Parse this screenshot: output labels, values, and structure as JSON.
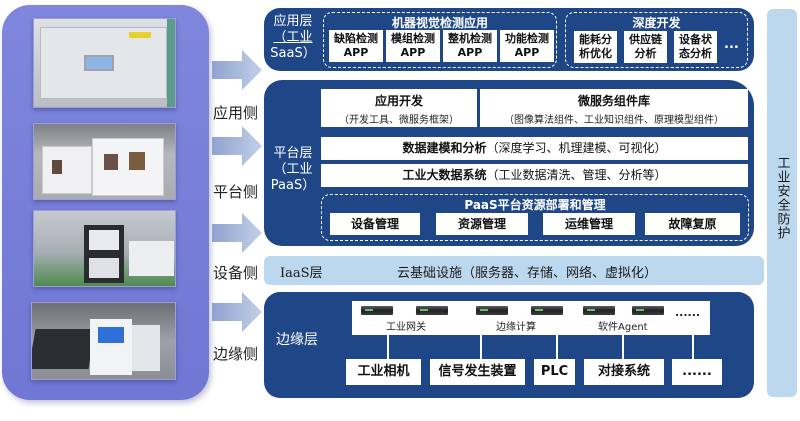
{
  "left_panel": {
    "photos": [
      {
        "alt": "visual inspection machine with touch screen"
      },
      {
        "alt": "white inspection cabinets in factory"
      },
      {
        "alt": "equipment control cabinet on production line"
      },
      {
        "alt": "edge inspection machines on conveyor line"
      }
    ]
  },
  "side_labels": [
    "应用侧",
    "平台侧",
    "设备侧",
    "边缘侧"
  ],
  "saas": {
    "name_line1": "应用层",
    "name_line2": "（工业",
    "name_line3": "SaaS）",
    "machine_vision": {
      "title": "机器视觉检测应用",
      "apps": [
        {
          "line1": "缺陷检测",
          "line2": "APP"
        },
        {
          "line1": "模组检测",
          "line2": "APP"
        },
        {
          "line1": "整机检测",
          "line2": "APP"
        },
        {
          "line1": "功能检测",
          "line2": "APP"
        }
      ]
    },
    "deep_dev": {
      "title": "深度开发",
      "items": [
        {
          "line1": "能耗分",
          "line2": "析优化"
        },
        {
          "line1": "供应链",
          "line2": "分析"
        },
        {
          "line1": "设备状",
          "line2": "态分析"
        }
      ],
      "more": "..."
    }
  },
  "paas": {
    "name_line1": "平台层",
    "name_line2": "（工业",
    "name_line3": "PaaS）",
    "app_dev": {
      "title": "应用开发",
      "sub": "（开发工具、微服务框架）"
    },
    "micro_lib": {
      "title": "微服务组件库",
      "sub": "（图像算法组件、工业知识组件、原理模型组件）"
    },
    "modeling": {
      "title": "数据建模和分析",
      "sub": "（深度学习、机理建模、可视化）"
    },
    "bigdata": {
      "title": "工业大数据系统",
      "sub": "（工业数据清洗、管理、分析等）"
    },
    "resource": {
      "title": "PaaS平台资源部署和管理",
      "items": [
        "设备管理",
        "资源管理",
        "运维管理",
        "故障复原"
      ]
    }
  },
  "iaas": {
    "name": "IaaS层",
    "desc": "云基础设施（服务器、存储、网络、虚拟化）"
  },
  "edge": {
    "name": "边缘层",
    "device_labels": [
      "工业网关",
      "边缘计算",
      "软件Agent"
    ],
    "device_more": "......",
    "items": [
      "工业相机",
      "信号发生装置",
      "PLC",
      "对接系统",
      "......"
    ]
  },
  "security": {
    "label": "工业安全防护"
  },
  "colors": {
    "layer_dark": "#1f4788",
    "layer_light": "#bcd8ef",
    "left_panel": "#7a81d9",
    "arrow": "#9fb1d8"
  }
}
